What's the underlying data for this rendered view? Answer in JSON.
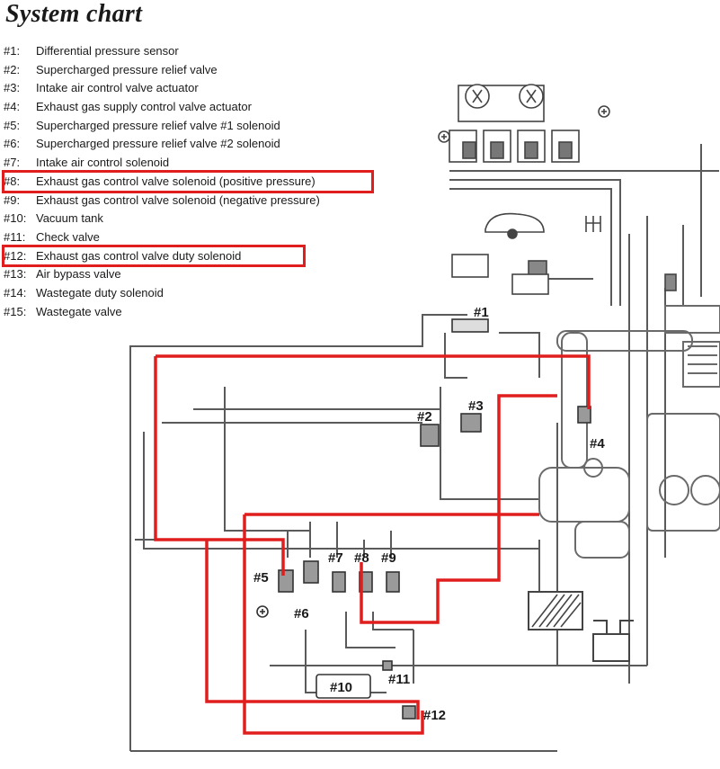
{
  "title": "System chart",
  "legend": [
    {
      "num": "#1:",
      "text": "Differential pressure sensor"
    },
    {
      "num": "#2:",
      "text": "Supercharged pressure relief valve"
    },
    {
      "num": "#3:",
      "text": "Intake air control valve actuator"
    },
    {
      "num": "#4:",
      "text": "Exhaust gas supply control valve actuator"
    },
    {
      "num": "#5:",
      "text": "Supercharged pressure relief valve #1 solenoid"
    },
    {
      "num": "#6:",
      "text": "Supercharged pressure relief valve #2 solenoid"
    },
    {
      "num": "#7:",
      "text": "Intake air control solenoid"
    },
    {
      "num": "#8:",
      "text": "Exhaust gas control valve solenoid (positive pressure)"
    },
    {
      "num": "#9:",
      "text": "Exhaust gas control valve solenoid (negative pressure)"
    },
    {
      "num": "#10:",
      "text": "Vacuum tank"
    },
    {
      "num": "#11:",
      "text": "Check valve"
    },
    {
      "num": "#12:",
      "text": "Exhaust gas control valve duty solenoid"
    },
    {
      "num": "#13:",
      "text": "Air bypass valve"
    },
    {
      "num": "#14:",
      "text": "Wastegate duty solenoid"
    },
    {
      "num": "#15:",
      "text": "Wastegate valve"
    }
  ],
  "labels": {
    "n1": "#1",
    "n2": "#2",
    "n3": "#3",
    "n4": "#4",
    "n5": "#5",
    "n6": "#6",
    "n7": "#7",
    "n8": "#8",
    "n9": "#9",
    "n10": "#10",
    "n11": "#11",
    "n12": "#12"
  },
  "colors": {
    "highlight": "#e01e1e",
    "linework": "#555555"
  }
}
